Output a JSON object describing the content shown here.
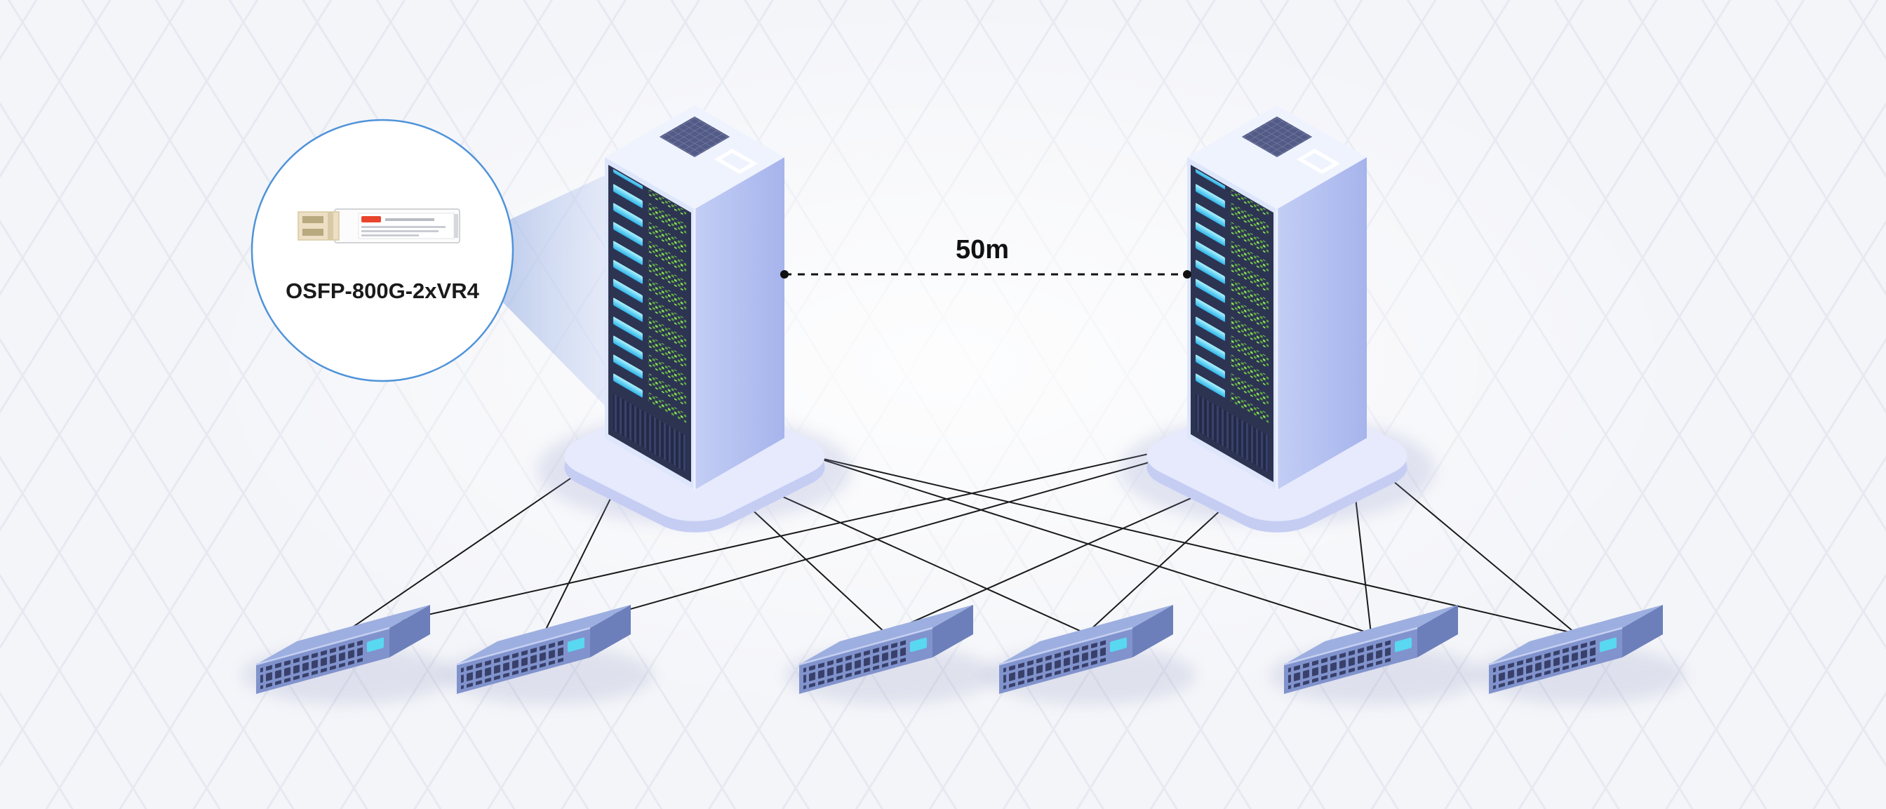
{
  "callout": {
    "label": "OSFP-800G-2xVR4",
    "icon": "osfp-transceiver-icon"
  },
  "link": {
    "distance_label": "50m",
    "style": "dashed"
  },
  "topology": {
    "racks": [
      "server-rack-left",
      "server-rack-right"
    ],
    "switch_count": 6,
    "rack_to_switch_links": 12,
    "description": "Two server racks each connected to six leaf switches; racks joined by dashed 50m span"
  },
  "colors": {
    "accent_blue": "#4f93d9",
    "beam": "#a9bfec",
    "rack_panel": "#2d3452",
    "led_cyan": "#4fd2f2",
    "led_green": "#7fd24b",
    "switch_body": "#8a9bd3",
    "line": "#1a1a1a",
    "background": "#f4f5f9"
  }
}
